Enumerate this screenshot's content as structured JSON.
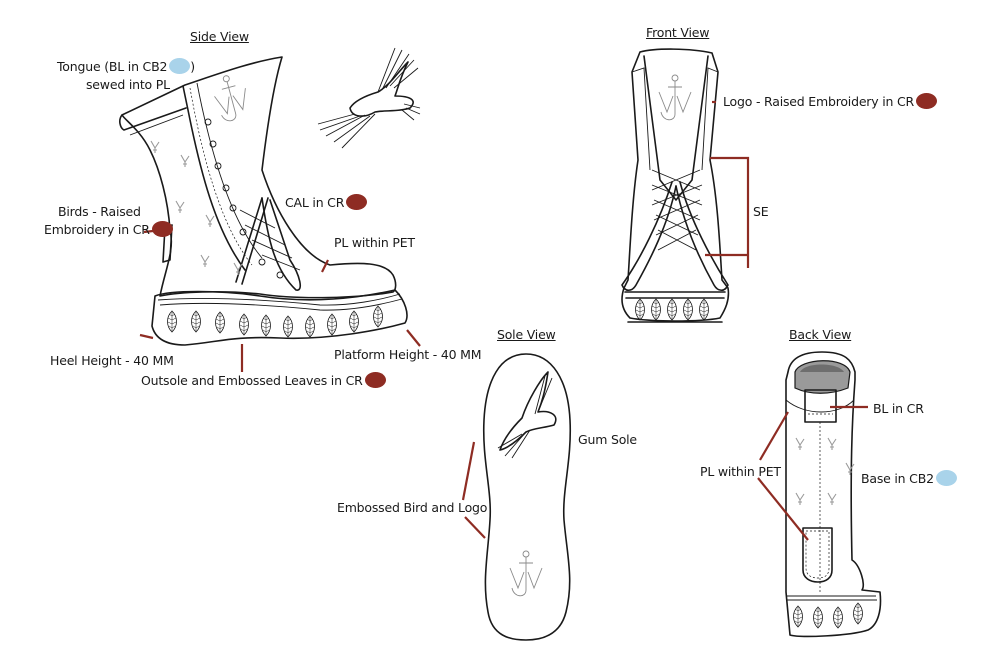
{
  "colors": {
    "cr": "#8e2c23",
    "cb2": "#a9d3ea",
    "ink": "#1a1a1a"
  },
  "side_view": {
    "title": "Side View",
    "labels": {
      "tongue_line1": "Tongue (BL in CB2",
      "tongue_paren": ")",
      "tongue_line2": "sewed into PL",
      "birds_line1": "Birds - Raised",
      "birds_line2": "Embroidery in CR",
      "cal": "CAL in CR",
      "pl_pet": "PL within PET",
      "heel_height": "Heel Height - 40 MM",
      "platform_height": "Platform Height - 40 MM",
      "outsole": "Outsole and Embossed Leaves in CR"
    }
  },
  "front_view": {
    "title": "Front View",
    "labels": {
      "logo": "Logo - Raised Embroidery in CR",
      "se": "SE"
    }
  },
  "sole_view": {
    "title": "Sole View",
    "labels": {
      "gum_sole": "Gum Sole",
      "embossed": "Embossed Bird and Logo"
    }
  },
  "back_view": {
    "title": "Back View",
    "labels": {
      "bl_cr": "BL in CR",
      "pl_pet": "PL within PET",
      "base": "Base in CB2"
    }
  }
}
